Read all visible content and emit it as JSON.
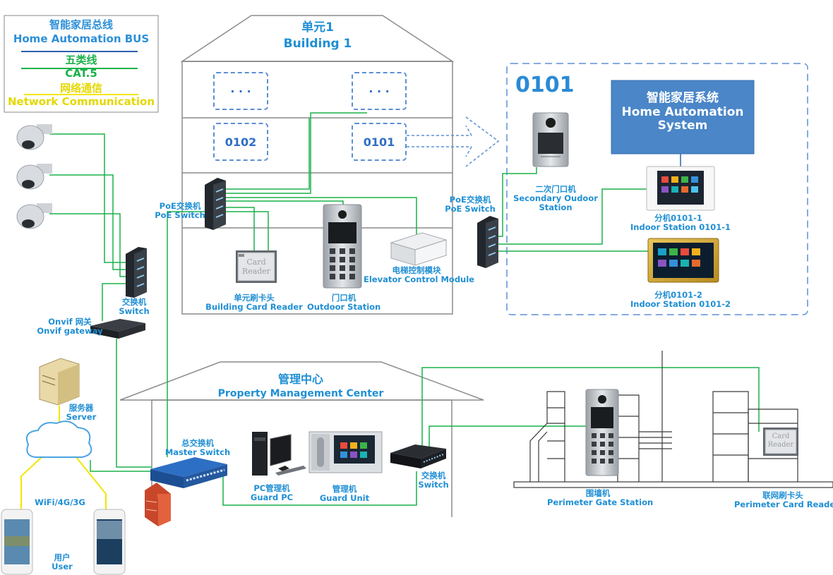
{
  "legend": {
    "bus_zh": "智能家居总线",
    "bus_en": "Home Automation BUS",
    "cat5_zh": "五类线",
    "cat5_en": "CAT.5",
    "net_zh": "网络通信",
    "net_en": "Network Communication"
  },
  "building": {
    "title_zh": "单元1",
    "title_en": "Building 1",
    "rooms": [
      "· · ·",
      "· · ·",
      "0102",
      "0101"
    ],
    "poe_switch": {
      "zh": "PoE交换机",
      "en": "PoE Switch"
    },
    "card_reader": {
      "zh": "单元刷卡头",
      "en": "Building Card Reader",
      "device_text_1": "Card",
      "device_text_2": "Reader"
    },
    "outdoor_station": {
      "zh": "门口机",
      "en": "Outdoor Station"
    },
    "elevator_module": {
      "zh": "电梯控制模块",
      "en": "Elevator Control Module"
    }
  },
  "apartment": {
    "number": "0101",
    "home_automation": {
      "zh": "智能家居系统",
      "en_1": "Home Automation",
      "en_2": "System"
    },
    "secondary_station": {
      "zh": "二次门口机",
      "en_1": "Secondary  Oudoor",
      "en_2": "Station"
    },
    "poe_switch": {
      "zh": "PoE交换机",
      "en": "PoE Switch"
    },
    "indoor_1": {
      "zh": "分机0101-1",
      "en": "Indoor Station 0101-1"
    },
    "indoor_2": {
      "zh": "分机0101-2",
      "en": "Indoor Station 0101-2"
    }
  },
  "left": {
    "switch": {
      "zh": "交换机",
      "en": "Switch"
    },
    "gateway": {
      "zh": "Onvif 网关",
      "en": "Onvif gateway"
    },
    "server": {
      "zh": "服务器",
      "en": "Server"
    },
    "wireless": "WiFi/4G/3G",
    "user": {
      "zh": "用户",
      "en": "User"
    }
  },
  "management": {
    "title_zh": "管理中心",
    "title_en": "Property Management Center",
    "master_switch": {
      "zh": "总交换机",
      "en": "Master Switch"
    },
    "guard_pc": {
      "zh": "PC管理机",
      "en": "Guard PC"
    },
    "guard_unit": {
      "zh": "管理机",
      "en": "Guard Unit"
    },
    "switch": {
      "zh": "交换机",
      "en": "Switch"
    }
  },
  "perimeter": {
    "gate_station": {
      "zh": "围墙机",
      "en": "Perimeter Gate Station"
    },
    "card_reader": {
      "zh": "联网刷卡头",
      "en": "Perimeter Card Reader",
      "device_text_1": "Card",
      "device_text_2": "Reader"
    }
  },
  "colors": {
    "label_blue": "#1f8fd4",
    "cat5_green": "#1ab24a",
    "bus_blue": "#2c5fae",
    "network_yellow": "#f2e600",
    "dashed_blue": "#5b8fd6",
    "home_box": "#4a86c8"
  },
  "icons": [
    "dome-camera-icon",
    "switch-icon",
    "gateway-icon",
    "server-icon",
    "cloud-icon",
    "phone-icon",
    "firewall-icon",
    "pc-icon",
    "guard-unit-icon",
    "door-station-icon",
    "indoor-monitor-icon",
    "card-reader-icon",
    "elevator-module-icon",
    "gate-icon"
  ]
}
